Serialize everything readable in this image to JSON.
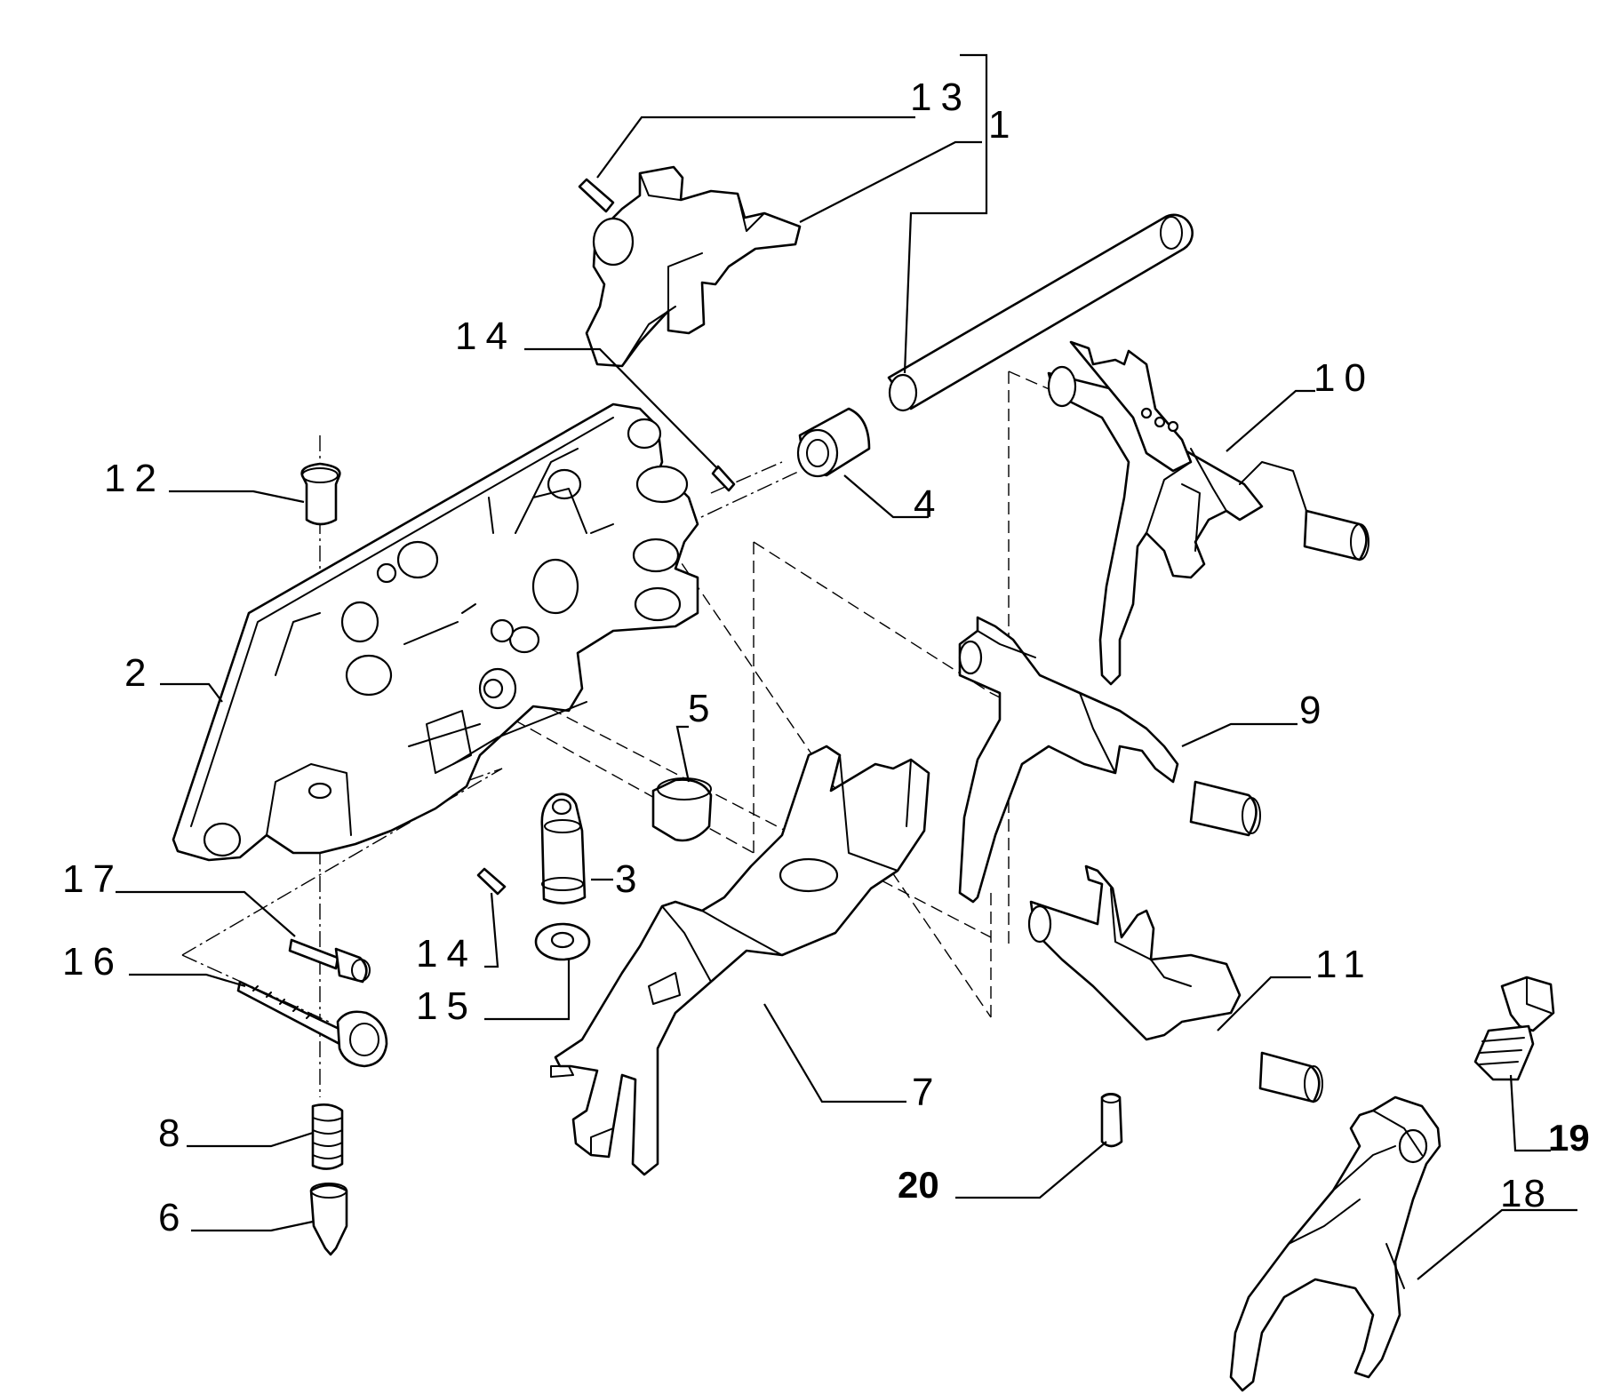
{
  "diagram": {
    "labels": {
      "p1": "1",
      "p2": "2",
      "p3": "3",
      "p4": "4",
      "p5": "5",
      "p6": "6",
      "p7": "7",
      "p8": "8",
      "p9": "9",
      "p10": "10",
      "p11": "11",
      "p12": "12",
      "p13": "13",
      "p14a": "14",
      "p14b": "14",
      "p15": "15",
      "p16": "16",
      "p17": "17",
      "p18": "18",
      "p19": "19",
      "p20": "20"
    }
  }
}
